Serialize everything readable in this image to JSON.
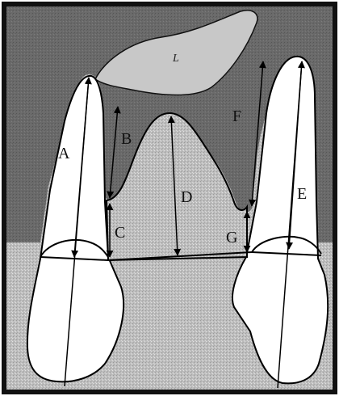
{
  "labels": {
    "a": "A",
    "b": "B",
    "c": "C",
    "d": "D",
    "e": "E",
    "f": "F",
    "g": "G",
    "mark": "L"
  },
  "colors": {
    "frame": "#111111",
    "gingiva": "#c9c9c9",
    "bone": "#6f6f6f",
    "tooth": "#ffffff",
    "line": "#000000"
  }
}
